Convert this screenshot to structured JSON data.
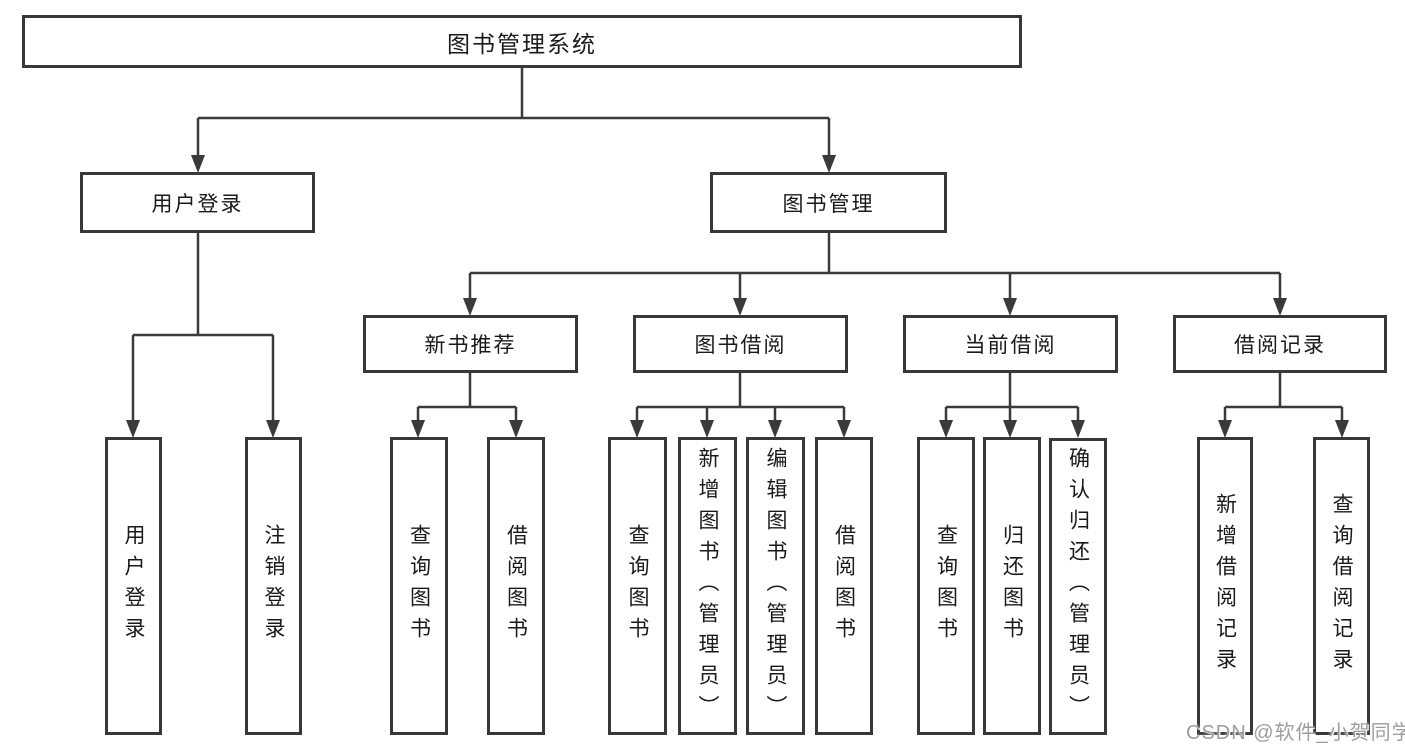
{
  "colors": {
    "line": "#3a3a3a",
    "box_border": "#383838",
    "text": "#1a1a1a",
    "watermark": "#9e9e9e",
    "background": "#ffffff"
  },
  "diagram": {
    "root": {
      "label": "图书管理系统"
    },
    "branches": [
      {
        "label": "用户登录",
        "children": [
          "用户登录",
          "注销登录"
        ]
      },
      {
        "label": "图书管理",
        "sections": [
          {
            "label": "新书推荐",
            "children": [
              "查询图书",
              "借阅图书"
            ]
          },
          {
            "label": "图书借阅",
            "children": [
              "查询图书",
              "新增图书（管理员）",
              "编辑图书（管理员）",
              "借阅图书"
            ]
          },
          {
            "label": "当前借阅",
            "children": [
              "查询图书",
              "归还图书",
              "确认归还（管理员）"
            ]
          },
          {
            "label": "借阅记录",
            "children": [
              "新增借阅记录",
              "查询借阅记录"
            ]
          }
        ]
      }
    ]
  },
  "watermark": "CSDN @软件_小贺同学"
}
